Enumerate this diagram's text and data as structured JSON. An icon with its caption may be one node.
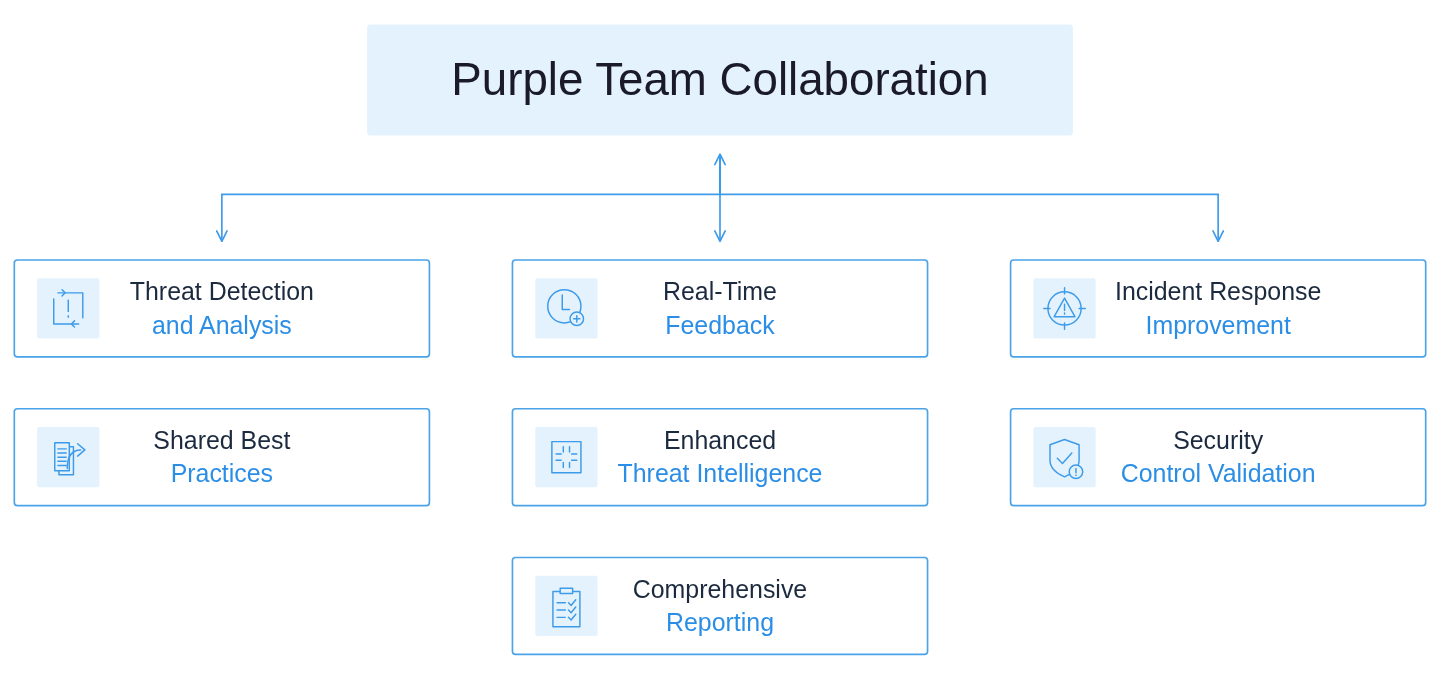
{
  "diagram": {
    "nodes": [
      {
        "text": [
          "Purple Team Collaboration"
        ]
      },
      {
        "text": [
          "Threat Detection",
          "and Analysis"
        ]
      },
      {
        "text": [
          "Real-Time",
          "Feedback"
        ]
      },
      {
        "text": [
          "Incident Response",
          "Improvement"
        ]
      },
      {
        "text": [
          "Shared Best",
          "Practices"
        ]
      },
      {
        "text": [
          "Enhanced",
          "Threat Intelligence"
        ]
      },
      {
        "text": [
          "Security",
          "Control Validation"
        ]
      },
      {
        "text": [
          "Comprehensive",
          "Reporting"
        ]
      }
    ],
    "edges": [
      {
        "from": 0,
        "to": 1,
        "arrow": "to"
      },
      {
        "from": 0,
        "to": 2,
        "arrow": "both"
      },
      {
        "from": 0,
        "to": 3,
        "arrow": "to"
      }
    ]
  }
}
